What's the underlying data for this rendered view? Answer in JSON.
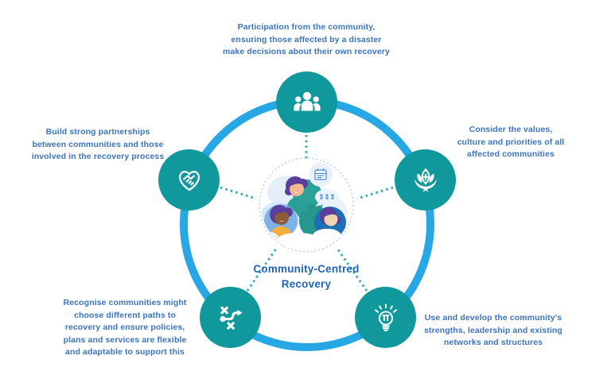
{
  "title": {
    "line1": "Community-Centred",
    "line2": "Recovery"
  },
  "nodes": [
    {
      "id": "participation",
      "icon": "people-group-icon",
      "label": "Participation from the community,\nensuring those affected by a disaster\nmake decisions about their own recovery"
    },
    {
      "id": "values",
      "icon": "lotus-care-icon",
      "label": "Consider the values,\nculture and priorities of all\naffected communities"
    },
    {
      "id": "partnerships",
      "icon": "handshake-heart-icon",
      "label": "Build strong partnerships\nbetween communities and those\ninvolved in the recovery process"
    },
    {
      "id": "flexible-paths",
      "icon": "strategy-path-icon",
      "label": "Recognise communities might\nchoose different paths to\nrecovery and ensure policies,\nplans and services are flexible\nand adaptable to support this"
    },
    {
      "id": "strengths",
      "icon": "lightbulb-icon",
      "label": "Use and develop the community’s\nstrengths, leadership and existing\nnetworks and structures"
    }
  ],
  "colors": {
    "ring_blue": "#27A7E3",
    "node_teal": "#11989D",
    "label_blue": "#3B74BD",
    "title_blue": "#2065B5",
    "connector_teal": "#35A9B4"
  }
}
